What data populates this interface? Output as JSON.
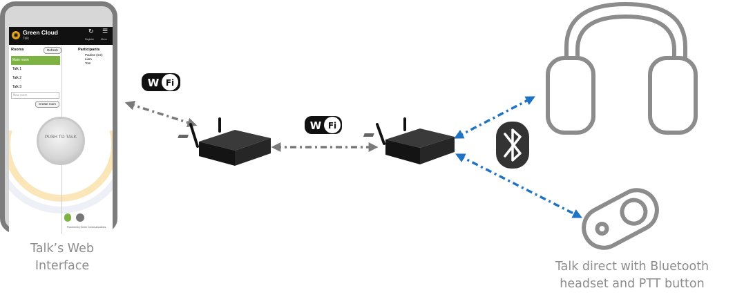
{
  "app": {
    "name": "Green Cloud",
    "subtitle": "Talk",
    "header_icon_labels": [
      "Register",
      "Menu"
    ],
    "rooms_title": "Rooms",
    "refresh_label": "Refresh",
    "rooms": [
      "Main room",
      "Talk 1",
      "Talk 2",
      "Talk 3"
    ],
    "new_room_placeholder": "New room",
    "create_room_label": "Create room",
    "participants_title": "Participants",
    "participants": [
      "Pauline (me)",
      "Liam",
      "Tom"
    ],
    "ptt_label": "PUSH TO TALK",
    "footer": "Powered by Green Communications"
  },
  "badges": {
    "wifi_left": {
      "w": "W",
      "fi": "Fi"
    },
    "wifi_mid": {
      "w": "W",
      "fi": "Fi"
    }
  },
  "captions": {
    "left": [
      "Talk’s Web",
      "Interface"
    ],
    "right": [
      "Talk direct with Bluetooth",
      "headset and PTT button"
    ]
  },
  "colors": {
    "wifi_link": "#7a7a7a",
    "bluetooth_link": "#1f73c4",
    "device_outline": "#8c8c8c",
    "accent_green": "#7cb342"
  },
  "icons": [
    "phone",
    "wifi-badge",
    "router-device",
    "bluetooth-icon",
    "headphones-icon",
    "ptt-button-icon"
  ]
}
